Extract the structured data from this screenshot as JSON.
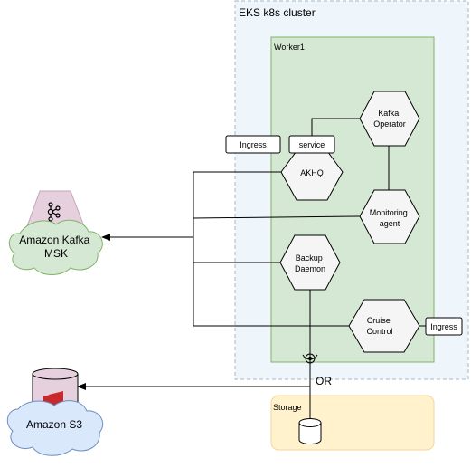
{
  "cluster": {
    "label": "EKS k8s cluster"
  },
  "worker": {
    "label": "Worker1"
  },
  "storage": {
    "label": "Storage"
  },
  "nodes": {
    "kafka_operator": [
      "Kafka",
      "Operator"
    ],
    "akhq": [
      "AKHQ"
    ],
    "monitoring_agent": [
      "Monitoring",
      "agent"
    ],
    "backup_daemon": [
      "Backup",
      "Daemon"
    ],
    "cruise_control": [
      "Cruise",
      "Control"
    ]
  },
  "boxes": {
    "ingress_akhq": "Ingress",
    "service": "service",
    "ingress_cruise": "Ingress"
  },
  "external": {
    "msk": [
      "Amazon Kafka",
      "MSK"
    ],
    "s3": "Amazon S3"
  },
  "or_label": "OR",
  "colors": {
    "cluster_fill": "#eef5fb",
    "cluster_border": "#a7b6c4",
    "worker_fill": "#d5e8d4",
    "worker_border": "#82b366",
    "hex_fill": "#f5f5f5",
    "storage_fill": "#fff2cc",
    "storage_border": "#f0d69c",
    "cloud_fill": "#d5e8d4",
    "s3_cloud_fill": "#dae8fc",
    "s3_bucket_red": "#c8292c"
  }
}
